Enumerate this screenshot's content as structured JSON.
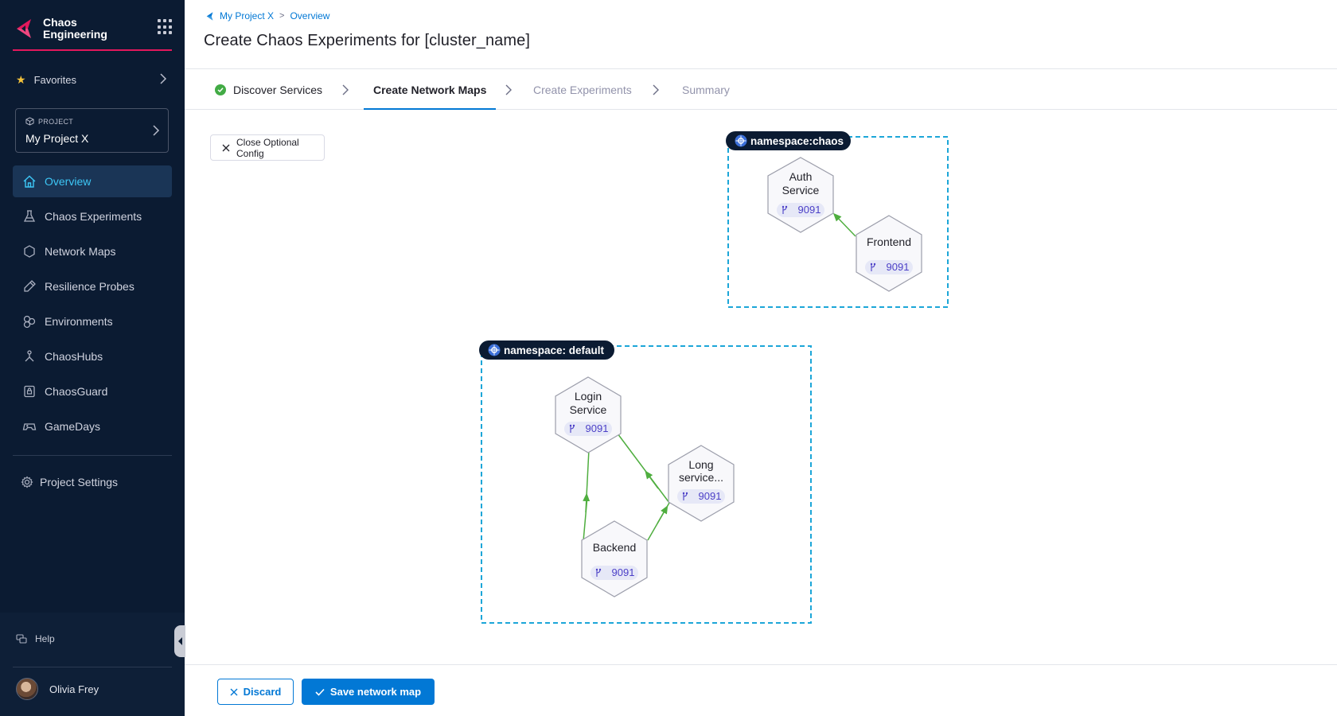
{
  "sidebar": {
    "brand_line1": "Chaos",
    "brand_line2": "Engineering",
    "favorites_label": "Favorites",
    "project_label": "PROJECT",
    "project_name": "My Project X",
    "nav": [
      {
        "label": "Overview",
        "icon": "home-icon",
        "active": true
      },
      {
        "label": "Chaos Experiments",
        "icon": "flask-icon"
      },
      {
        "label": "Network Maps",
        "icon": "hexagon-icon"
      },
      {
        "label": "Resilience Probes",
        "icon": "probe-icon"
      },
      {
        "label": "Environments",
        "icon": "environments-icon"
      },
      {
        "label": "ChaosHubs",
        "icon": "hub-icon"
      },
      {
        "label": "ChaosGuard",
        "icon": "lock-icon"
      },
      {
        "label": "GameDays",
        "icon": "gamepad-icon"
      }
    ],
    "settings_label": "Project Settings",
    "help_label": "Help",
    "user_name": "Olivia Frey"
  },
  "header": {
    "breadcrumb": [
      "My Project X",
      "Overview"
    ],
    "title": "Create Chaos Experiments for [cluster_name]"
  },
  "steps": [
    {
      "label": "Discover Services",
      "state": "done"
    },
    {
      "label": "Create Network Maps",
      "state": "active"
    },
    {
      "label": "Create Experiments",
      "state": "pending"
    },
    {
      "label": "Summary",
      "state": "pending"
    }
  ],
  "canvas": {
    "optional_config_label": "Close Optional Config",
    "namespaces": [
      {
        "label": "namespace:chaos",
        "services": [
          {
            "line1": "Auth",
            "line2": "Service",
            "port": "9091"
          },
          {
            "line1": "Frontend",
            "line2": "",
            "port": "9091"
          }
        ]
      },
      {
        "label": "namespace: default",
        "services": [
          {
            "line1": "Login",
            "line2": "Service",
            "port": "9091"
          },
          {
            "line1": "Long",
            "line2": "service...",
            "port": "9091"
          },
          {
            "line1": "Backend",
            "line2": "",
            "port": "9091"
          }
        ]
      }
    ]
  },
  "footer": {
    "discard_label": "Discard",
    "save_label": "Save network map"
  },
  "colors": {
    "sidebar_bg": "#0b1b32",
    "accent": "#0278d5",
    "active_nav_text": "#3dc7f6",
    "brand": "#e3185c",
    "namespace_border": "#1ca6d8",
    "edge": "#4fae3f",
    "port_text": "#4b3fc7"
  }
}
